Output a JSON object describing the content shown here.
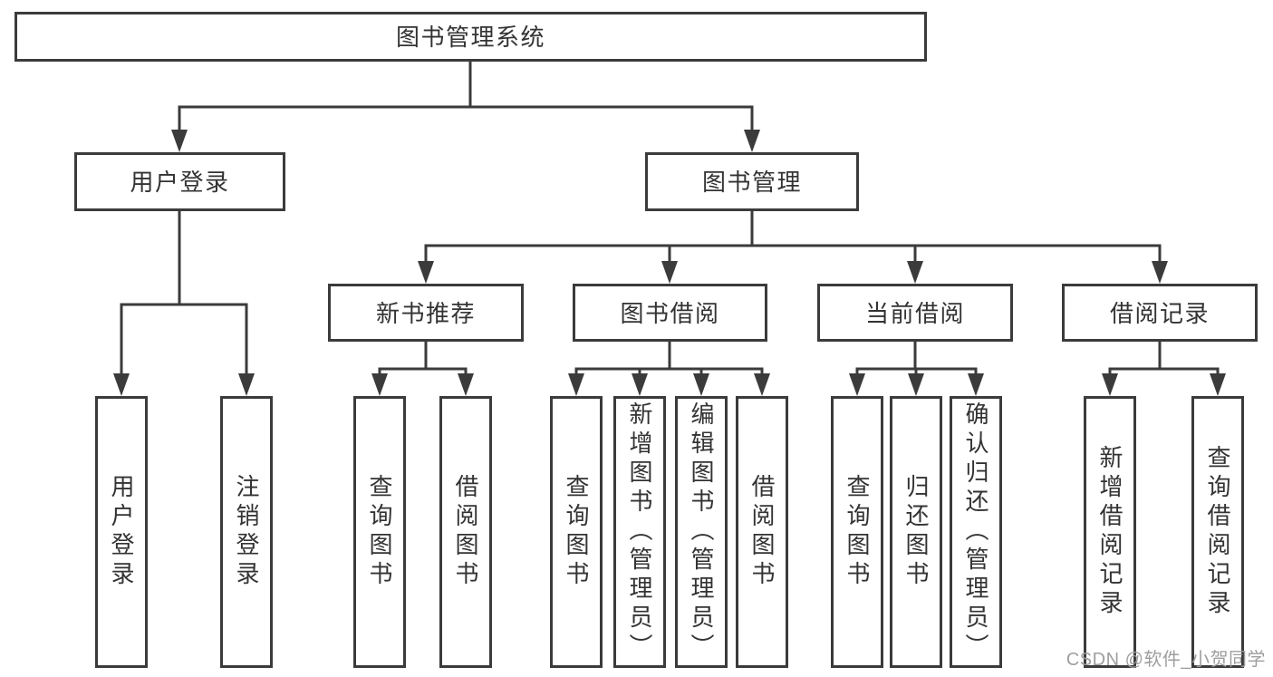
{
  "tree": {
    "label": "图书管理系统",
    "children": [
      {
        "label": "用户登录",
        "children": [
          {
            "label": "用户登录"
          },
          {
            "label": "注销登录"
          }
        ]
      },
      {
        "label": "图书管理",
        "children": [
          {
            "label": "新书推荐",
            "children": [
              {
                "label": "查询图书"
              },
              {
                "label": "借阅图书"
              }
            ]
          },
          {
            "label": "图书借阅",
            "children": [
              {
                "label": "查询图书"
              },
              {
                "label": "新增图书（管理员）"
              },
              {
                "label": "编辑图书（管理员）"
              },
              {
                "label": "借阅图书"
              }
            ]
          },
          {
            "label": "当前借阅",
            "children": [
              {
                "label": "查询图书"
              },
              {
                "label": "归还图书"
              },
              {
                "label": "确认归还（管理员）"
              }
            ]
          },
          {
            "label": "借阅记录",
            "children": [
              {
                "label": "新增借阅记录"
              },
              {
                "label": "查询借阅记录"
              }
            ]
          }
        ]
      }
    ]
  },
  "watermark": {
    "text": "CSDN @软件_小贺同学"
  },
  "colors": {
    "line": "#3b3b3b",
    "text": "#333333",
    "background": "#ffffff",
    "watermark": "#9e9e9e"
  }
}
